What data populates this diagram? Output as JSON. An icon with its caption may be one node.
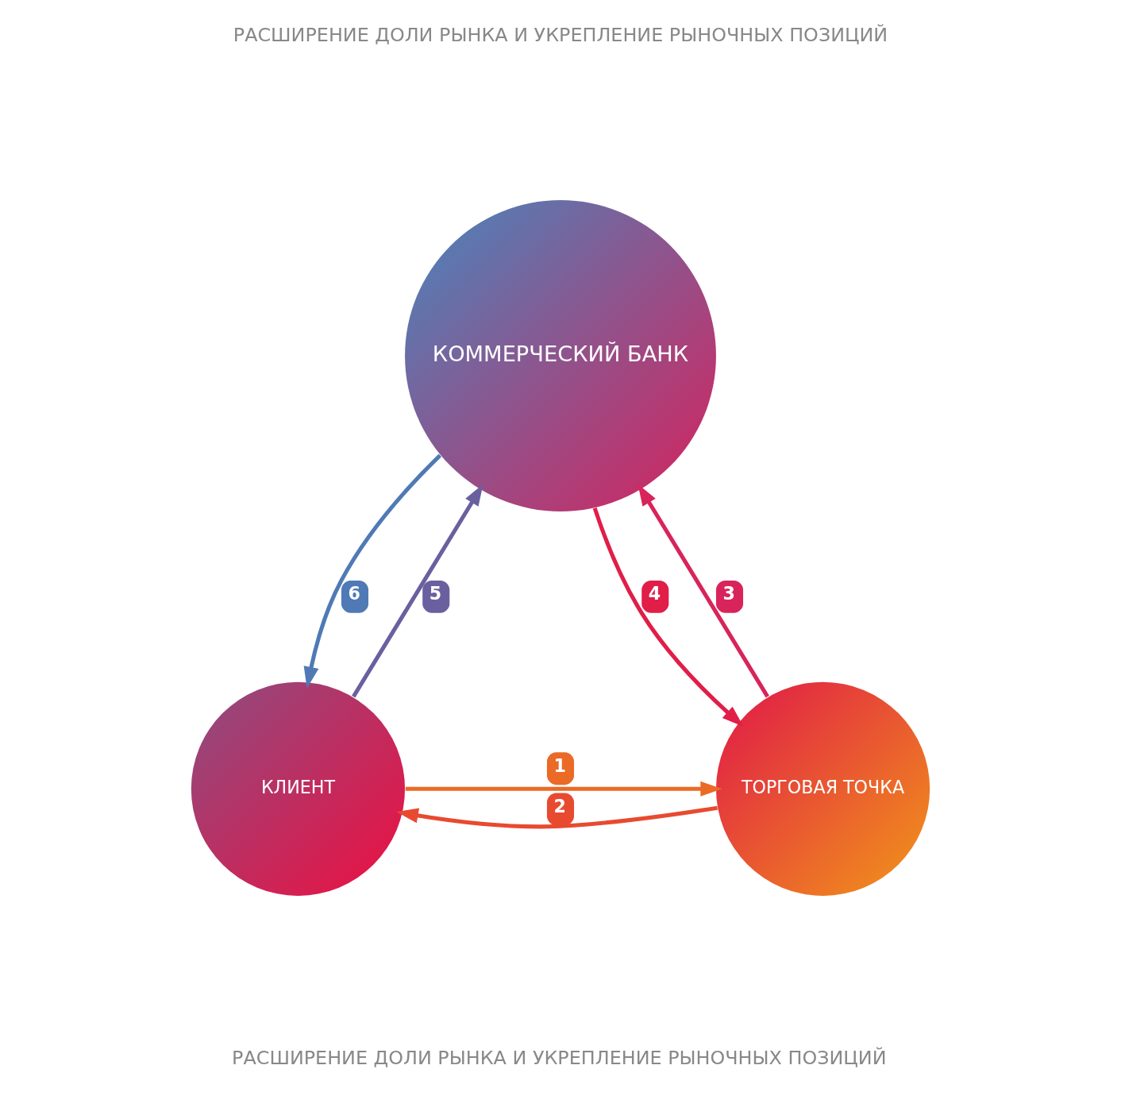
{
  "diagram": {
    "nodes": [
      {
        "text": [
          "КОММЕРЧЕСКИЙ БАНК"
        ]
      },
      {
        "text": [
          "КЛИЕНТ"
        ]
      },
      {
        "text": [
          "ТОРГОВАЯ ТОЧКА"
        ]
      }
    ],
    "edges": [
      {
        "from": 1,
        "to": 2,
        "arrow": "to",
        "label": "1",
        "color": "#ea6a26"
      },
      {
        "from": 2,
        "to": 1,
        "arrow": "to",
        "label": "2",
        "color": "#e84a30"
      },
      {
        "from": 2,
        "to": 0,
        "arrow": "to",
        "label": "3",
        "color": "#d8245a"
      },
      {
        "from": 0,
        "to": 2,
        "arrow": "to",
        "label": "4",
        "color": "#e01e48"
      },
      {
        "from": 1,
        "to": 0,
        "arrow": "to",
        "label": "5",
        "color": "#6a60a0"
      },
      {
        "from": 0,
        "to": 1,
        "arrow": "to",
        "label": "6",
        "color": "#4f7ab5"
      }
    ],
    "labels": [
      "РАСШИРЕНИЕ ДОЛИ РЫНКА И УКРЕПЛЕНИЕ РЫНОЧНЫХ ПОЗИЦИЙ",
      "РАСШИРЕНИЕ ДОЛИ РЫНКА И УКРЕПЛЕНИЕ РЫНОЧНЫХ ПОЗИЦИЙ"
    ]
  }
}
